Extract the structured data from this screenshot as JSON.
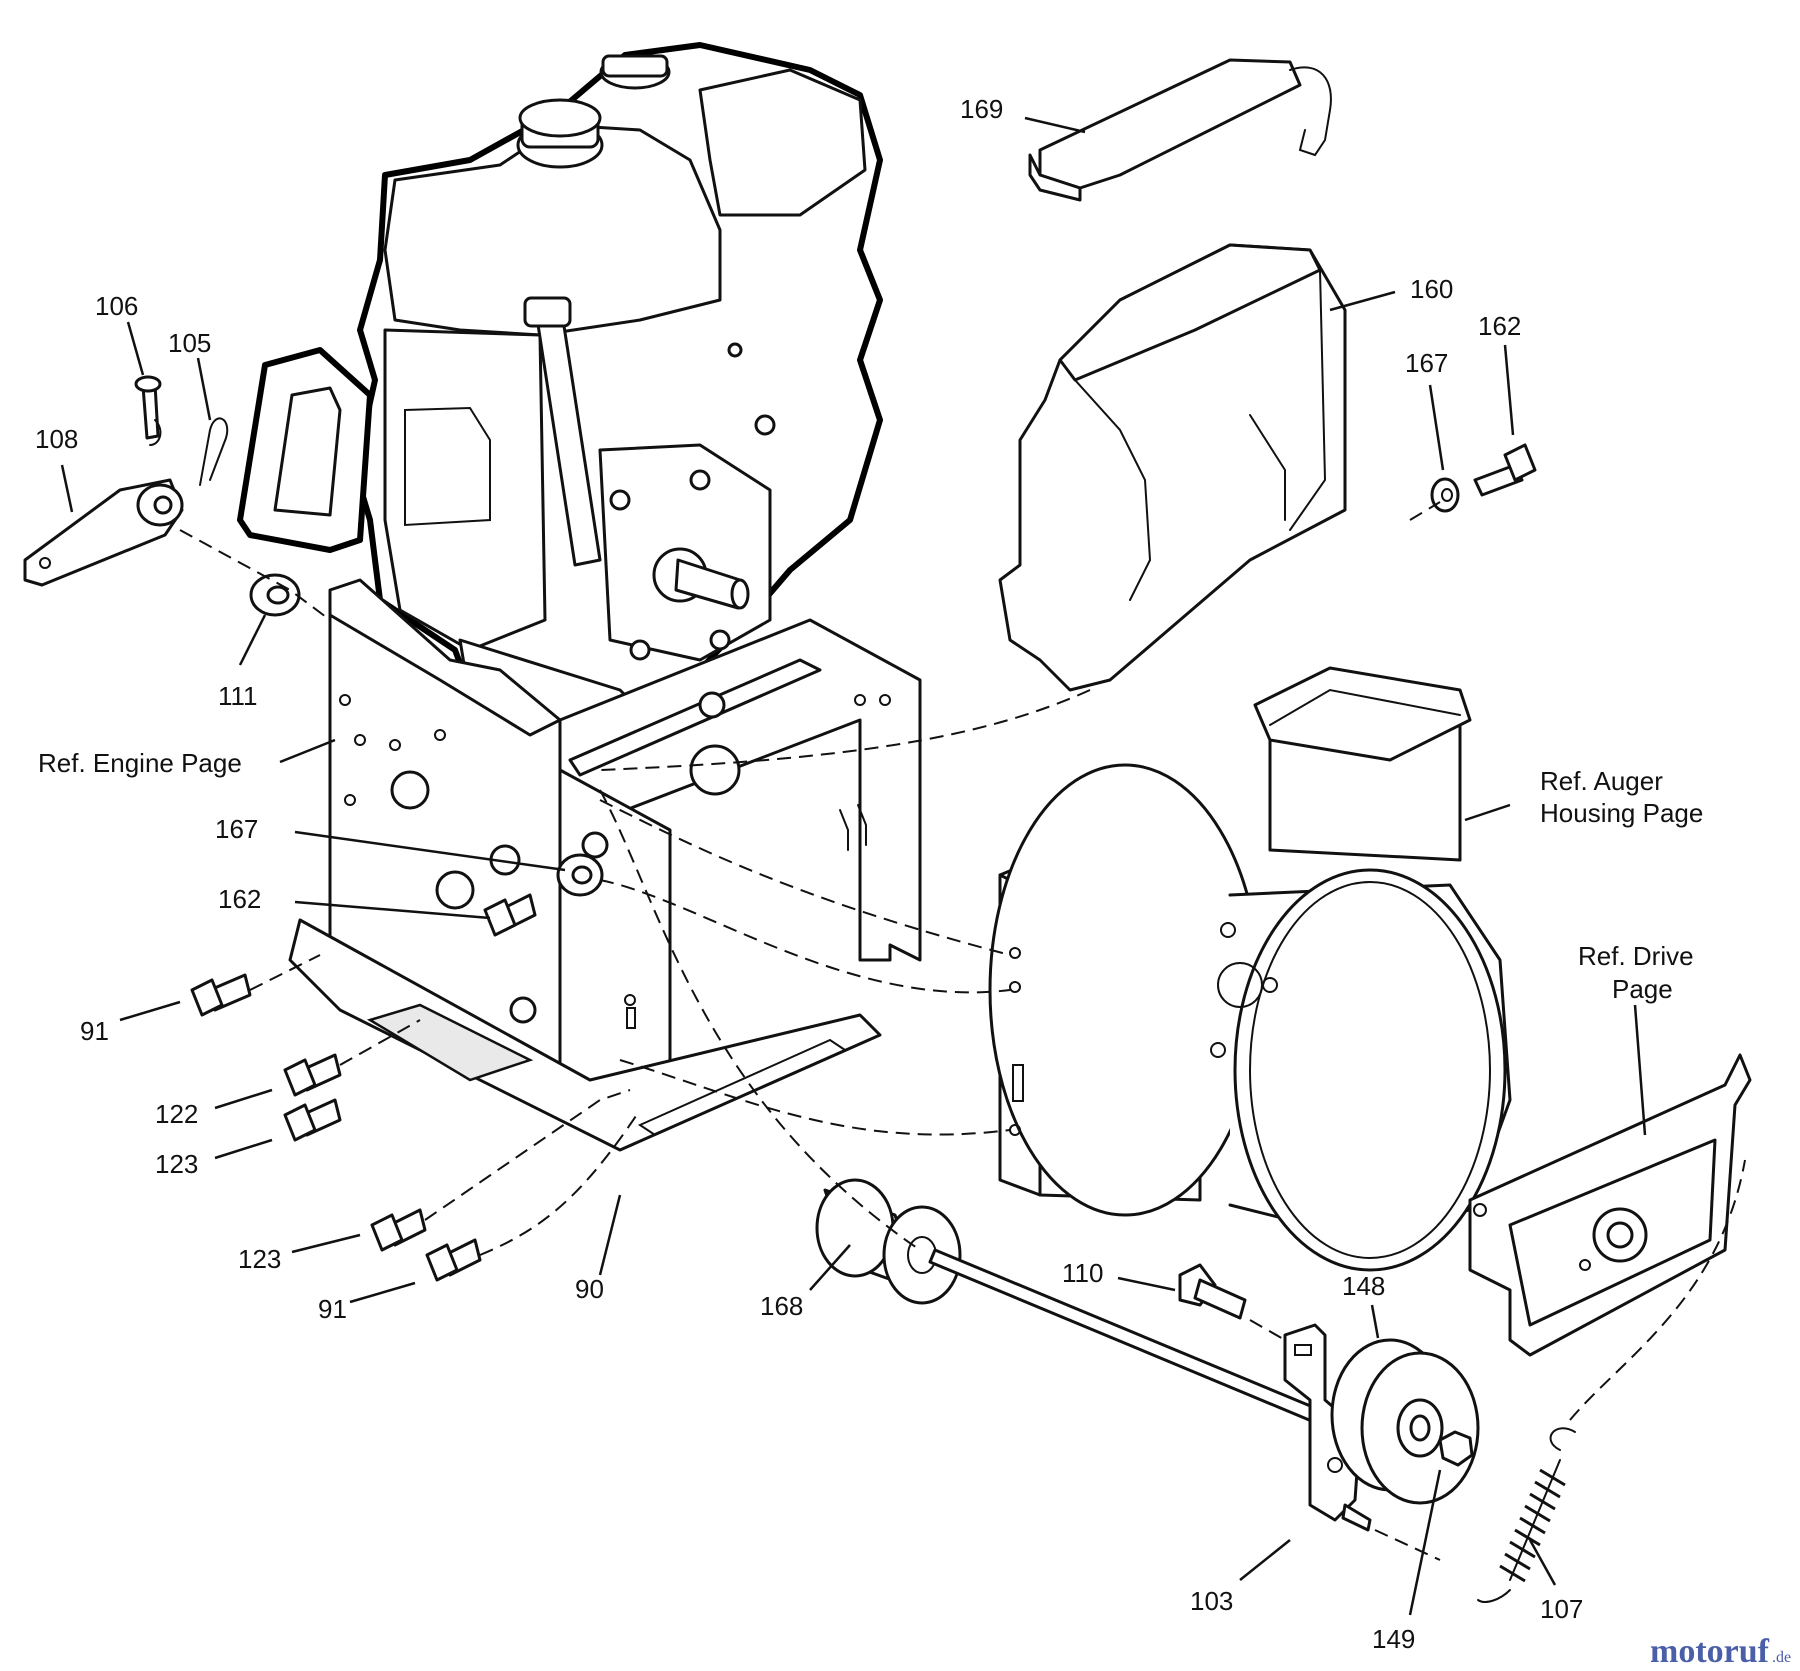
{
  "callouts": {
    "c169": "169",
    "c160": "160",
    "c162a": "162",
    "c167a": "167",
    "c106": "106",
    "c105": "105",
    "c108": "108",
    "c111": "111",
    "c167b": "167",
    "c162b": "162",
    "c91a": "91",
    "c122": "122",
    "c123a": "123",
    "c123b": "123",
    "c91b": "91",
    "c90": "90",
    "c168": "168",
    "c110": "110",
    "c148": "148",
    "c103": "103",
    "c149": "149",
    "c107": "107"
  },
  "refs": {
    "engine": "Ref. Engine Page",
    "auger_line1": "Ref. Auger",
    "auger_line2": "Housing Page",
    "drive_line1": "Ref. Drive",
    "drive_line2": "Page"
  },
  "watermark": {
    "brand": "motoruf",
    "tld": ".de",
    "color": "#4a5fa8"
  }
}
